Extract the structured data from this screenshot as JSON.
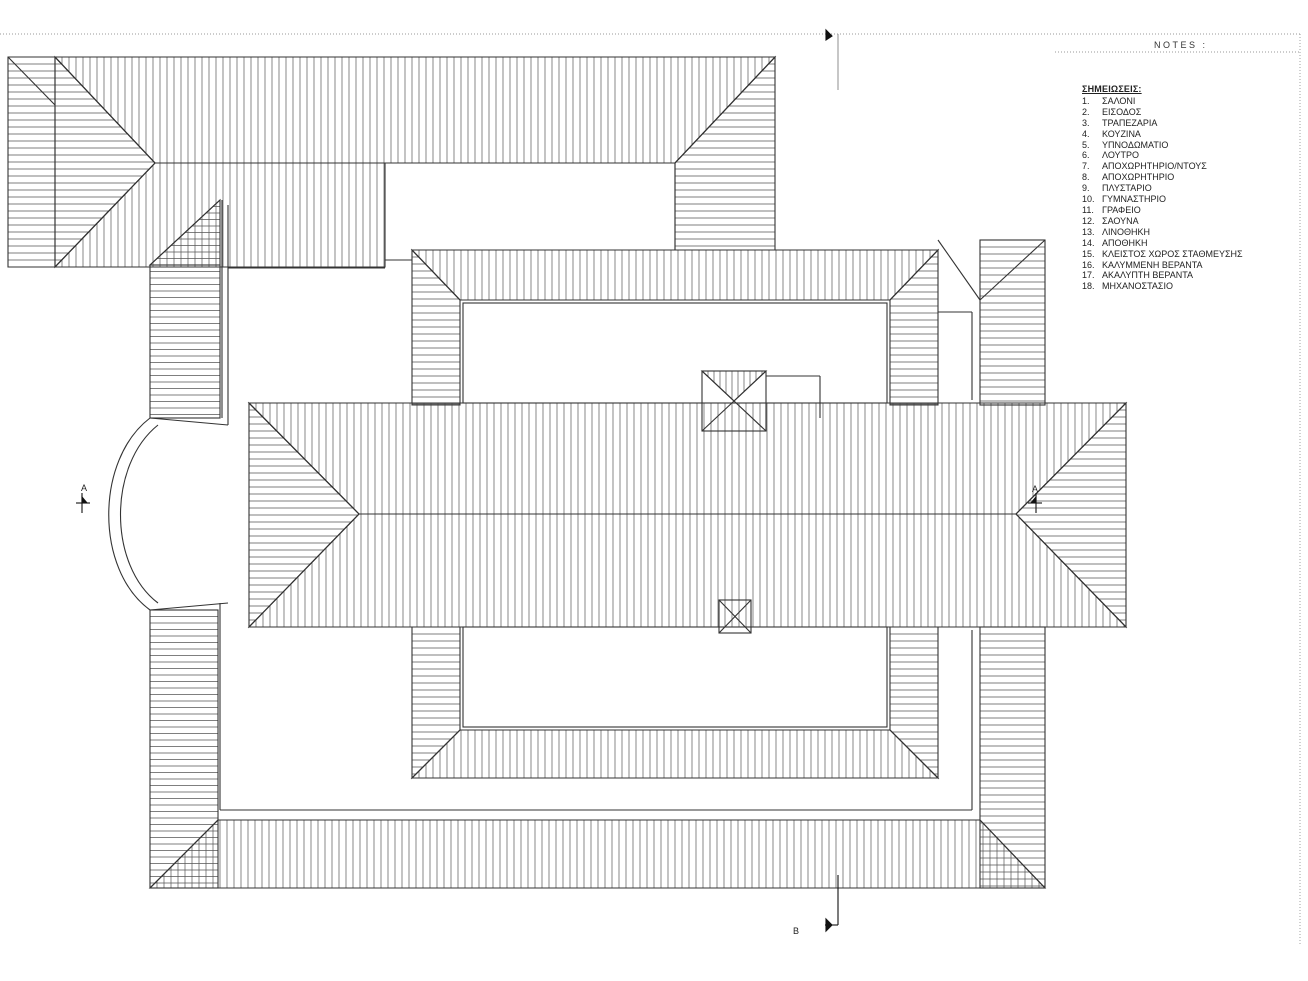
{
  "notes_tag": "NOTES :",
  "legend": {
    "heading": "ΣΗΜΕΙΩΣΕΙΣ:",
    "items": [
      {
        "num": "1.",
        "label": "ΣΑΛΟΝΙ"
      },
      {
        "num": "2.",
        "label": "ΕΙΣΟΔΟΣ"
      },
      {
        "num": "3.",
        "label": "ΤΡΑΠΕΖΑΡΙΑ"
      },
      {
        "num": "4.",
        "label": "ΚΟΥΖΙΝΑ"
      },
      {
        "num": "5.",
        "label": "ΥΠΝΟΔΩΜΑΤΙΟ"
      },
      {
        "num": "6.",
        "label": "ΛΟΥΤΡΟ"
      },
      {
        "num": "7.",
        "label": "ΑΠΟΧΩΡΗΤΗΡΙΟ/ΝΤΟΥΣ"
      },
      {
        "num": "8.",
        "label": "ΑΠΟΧΩΡΗΤΗΡΙΟ"
      },
      {
        "num": "9.",
        "label": "ΠΛΥΣΤΑΡΙΟ"
      },
      {
        "num": "10.",
        "label": "ΓΥΜΝΑΣΤΗΡΙΟ"
      },
      {
        "num": "11.",
        "label": "ΓΡΑΦΕΙΟ"
      },
      {
        "num": "12.",
        "label": "ΣΑΟΥΝΑ"
      },
      {
        "num": "13.",
        "label": "ΛΙΝΟΘΗΚΗ"
      },
      {
        "num": "14.",
        "label": "ΑΠΟΘΗΚΗ"
      },
      {
        "num": "15.",
        "label": "ΚΛΕΙΣΤΟΣ ΧΩΡΟΣ ΣΤΑΘΜΕΥΣΗΣ"
      },
      {
        "num": "16.",
        "label": "ΚΑΛΥΜΜΕΝΗ ΒΕΡΑΝΤΑ"
      },
      {
        "num": "17.",
        "label": "ΑΚΑΛΥΠΤΗ ΒΕΡΑΝΤΑ"
      },
      {
        "num": "18.",
        "label": "ΜΗΧΑΝΟΣΤΑΣΙΟ"
      }
    ]
  },
  "section_marks": {
    "left_a": "A",
    "right_a": "A",
    "bottom_b": "B"
  },
  "colors": {
    "line": "#333333",
    "paper": "#ffffff"
  }
}
